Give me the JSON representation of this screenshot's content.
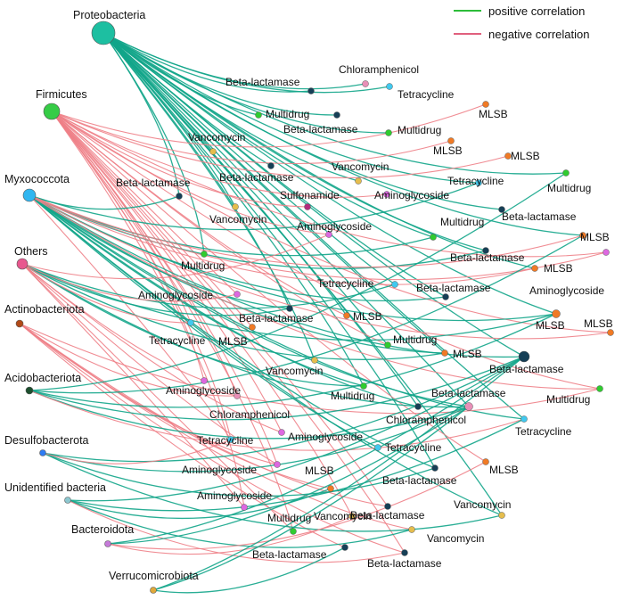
{
  "legend": {
    "positive": {
      "label": "positive correlation",
      "color": "#2dbd3a"
    },
    "negative": {
      "label": "negative correlation",
      "color": "#e0607e"
    }
  },
  "edge_colors": {
    "positive": "#12a58a",
    "negative": "#ee7f87"
  },
  "taxa": [
    {
      "id": "proteobacteria",
      "label": "Proteobacteria",
      "color": "#1dbfa1"
    },
    {
      "id": "firmicutes",
      "label": "Firmicutes",
      "color": "#36cc46"
    },
    {
      "id": "myxococcota",
      "label": "Myxococcota",
      "color": "#31b6f0"
    },
    {
      "id": "others",
      "label": "Others",
      "color": "#e8578e"
    },
    {
      "id": "actinobacteriota",
      "label": "Actinobacteriota",
      "color": "#b14a18"
    },
    {
      "id": "acidobacteriota",
      "label": "Acidobacteriota",
      "color": "#1d4f2e"
    },
    {
      "id": "desulfobacterota",
      "label": "Desulfobacterota",
      "color": "#2d7cf3"
    },
    {
      "id": "unidentified",
      "label": "Unidentified bacteria",
      "color": "#8cc7cf"
    },
    {
      "id": "bacteroidota",
      "label": "Bacteroidota",
      "color": "#c57ad9"
    },
    {
      "id": "verrucomicrobiota",
      "label": "Verrucomicrobiota",
      "color": "#e0a93a"
    }
  ],
  "args": [
    {
      "label": "Chloramphenicol",
      "color": "#e88fb7"
    },
    {
      "label": "Beta-lactamase",
      "color": "#163f56"
    },
    {
      "label": "Tetracycline",
      "color": "#41c9ef"
    },
    {
      "label": "Multidrug",
      "color": "#2fcc2f"
    },
    {
      "label": "MLSB",
      "color": "#f07a25"
    },
    {
      "label": "Beta-lactamase",
      "color": "#163f56"
    },
    {
      "label": "Multidrug",
      "color": "#2fcc2f"
    },
    {
      "label": "Vancomycin",
      "color": "#e5bd4d"
    },
    {
      "label": "MLSB",
      "color": "#f07a25"
    },
    {
      "label": "MLSB",
      "color": "#f07a25"
    },
    {
      "label": "Beta-lactamase",
      "color": "#163f56"
    },
    {
      "label": "Vancomycin",
      "color": "#e5bd4d"
    },
    {
      "label": "Tetracycline",
      "color": "#41c9ef"
    },
    {
      "label": "Multidrug",
      "color": "#2fcc2f"
    },
    {
      "label": "Beta-lactamase",
      "color": "#163f56"
    },
    {
      "label": "Sulfonamide",
      "color": "#b22b7d"
    },
    {
      "label": "Vancomycin",
      "color": "#e5bd4d"
    },
    {
      "label": "Aminoglycoside",
      "color": "#dd68e0"
    },
    {
      "label": "Beta-lactamase",
      "color": "#163f56"
    },
    {
      "label": "Multidrug",
      "color": "#2fcc2f"
    },
    {
      "label": "MLSB",
      "color": "#f07a25"
    },
    {
      "label": "Aminoglycoside",
      "color": "#dd68e0"
    },
    {
      "label": "Beta-lactamase",
      "color": "#163f56"
    },
    {
      "label": "MLSB",
      "color": "#f07a25"
    },
    {
      "label": "Multidrug",
      "color": "#2fcc2f"
    },
    {
      "label": "Aminoglycoside",
      "color": "#dd68e0"
    },
    {
      "label": "Tetracycline",
      "color": "#41c9ef"
    },
    {
      "label": "Beta-lactamase",
      "color": "#163f56"
    },
    {
      "label": "Aminoglycoside",
      "color": "#dd68e0"
    },
    {
      "label": "Beta-lactamase",
      "color": "#163f56"
    },
    {
      "label": "MLSB",
      "color": "#f07a25"
    },
    {
      "label": "Tetracycline",
      "color": "#41c9ef"
    },
    {
      "label": "MLSB",
      "color": "#f07a25"
    },
    {
      "label": "MLSB",
      "color": "#f07a25"
    },
    {
      "label": "Multidrug",
      "color": "#2fcc2f"
    },
    {
      "label": "MLSB",
      "color": "#f07a25"
    },
    {
      "label": "Vancomycin",
      "color": "#e5bd4d"
    },
    {
      "label": "MLSB",
      "color": "#f07a25"
    },
    {
      "label": "Beta-lactamase",
      "color": "#163f56"
    },
    {
      "label": "Aminoglycoside",
      "color": "#dd68e0"
    },
    {
      "label": "Multidrug",
      "color": "#2fcc2f"
    },
    {
      "label": "Beta-lactamase",
      "color": "#163f56"
    },
    {
      "label": "Multidrug",
      "color": "#2fcc2f"
    },
    {
      "label": "Chloramphenicol",
      "color": "#e88fb7"
    },
    {
      "label": "Chloramphenicol",
      "color": "#e88fb7"
    },
    {
      "label": "Tetracycline",
      "color": "#41c9ef"
    },
    {
      "label": "Aminoglycoside",
      "color": "#dd68e0"
    },
    {
      "label": "Tetracycline",
      "color": "#41c9ef"
    },
    {
      "label": "Tetracycline",
      "color": "#41c9ef"
    },
    {
      "label": "Aminoglycoside",
      "color": "#dd68e0"
    },
    {
      "label": "MLSB",
      "color": "#f07a25"
    },
    {
      "label": "Beta-lactamase",
      "color": "#163f56"
    },
    {
      "label": "MLSB",
      "color": "#f07a25"
    },
    {
      "label": "Aminoglycoside",
      "color": "#dd68e0"
    },
    {
      "label": "Beta-lactamase",
      "color": "#163f56"
    },
    {
      "label": "Vancomycin",
      "color": "#e5bd4d"
    },
    {
      "label": "Multidrug",
      "color": "#2fcc2f"
    },
    {
      "label": "Vancomycin",
      "color": "#e5bd4d"
    },
    {
      "label": "Vancomycin",
      "color": "#e5bd4d"
    },
    {
      "label": "Beta-lactamase",
      "color": "#163f56"
    },
    {
      "label": "Beta-lactamase",
      "color": "#163f56"
    }
  ]
}
